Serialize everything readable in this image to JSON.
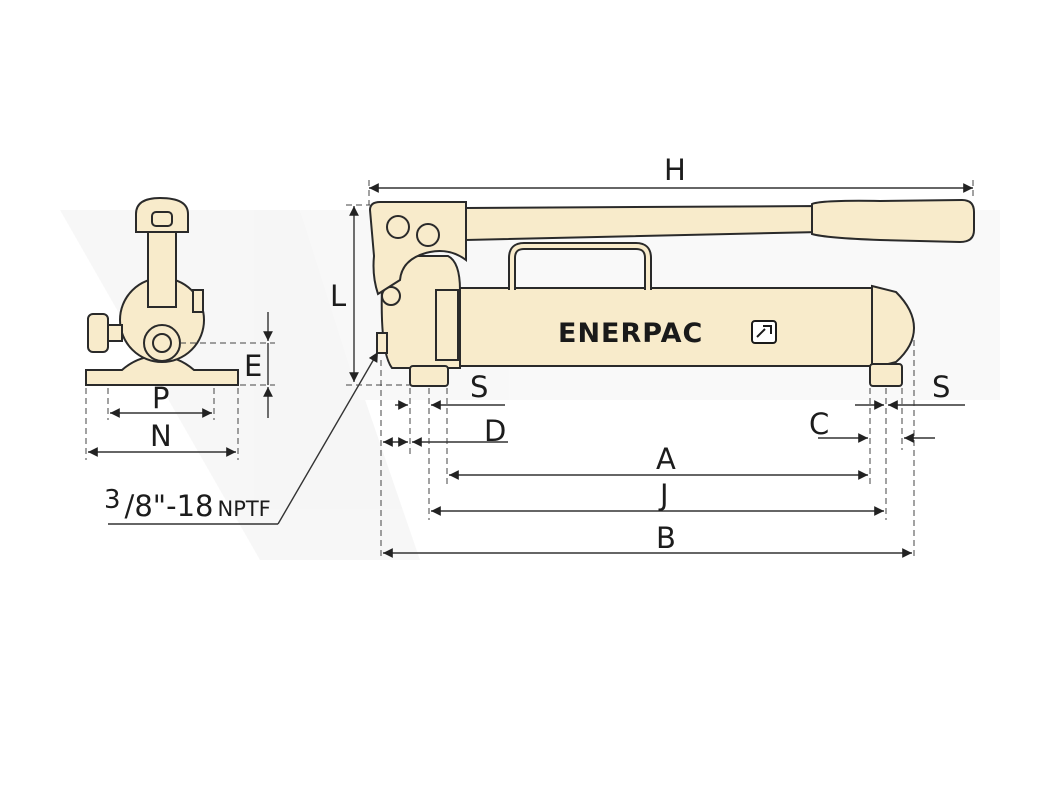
{
  "diagram": {
    "brand_name": "ENERPAC",
    "brand_icon": "pump-handle-icon",
    "thread_callout": {
      "numerator": "3",
      "rest": "/8\"-18",
      "suffix": "NPTF"
    },
    "dimensions": {
      "H": "H",
      "L": "L",
      "E": "E",
      "P": "P",
      "N": "N",
      "S_left": "S",
      "S_right": "S",
      "D": "D",
      "C": "C",
      "A": "A",
      "J": "J",
      "B": "B"
    },
    "colors": {
      "body": "#f8ebcb",
      "outline": "#2a2a2a",
      "text": "#1c1c1c"
    }
  }
}
